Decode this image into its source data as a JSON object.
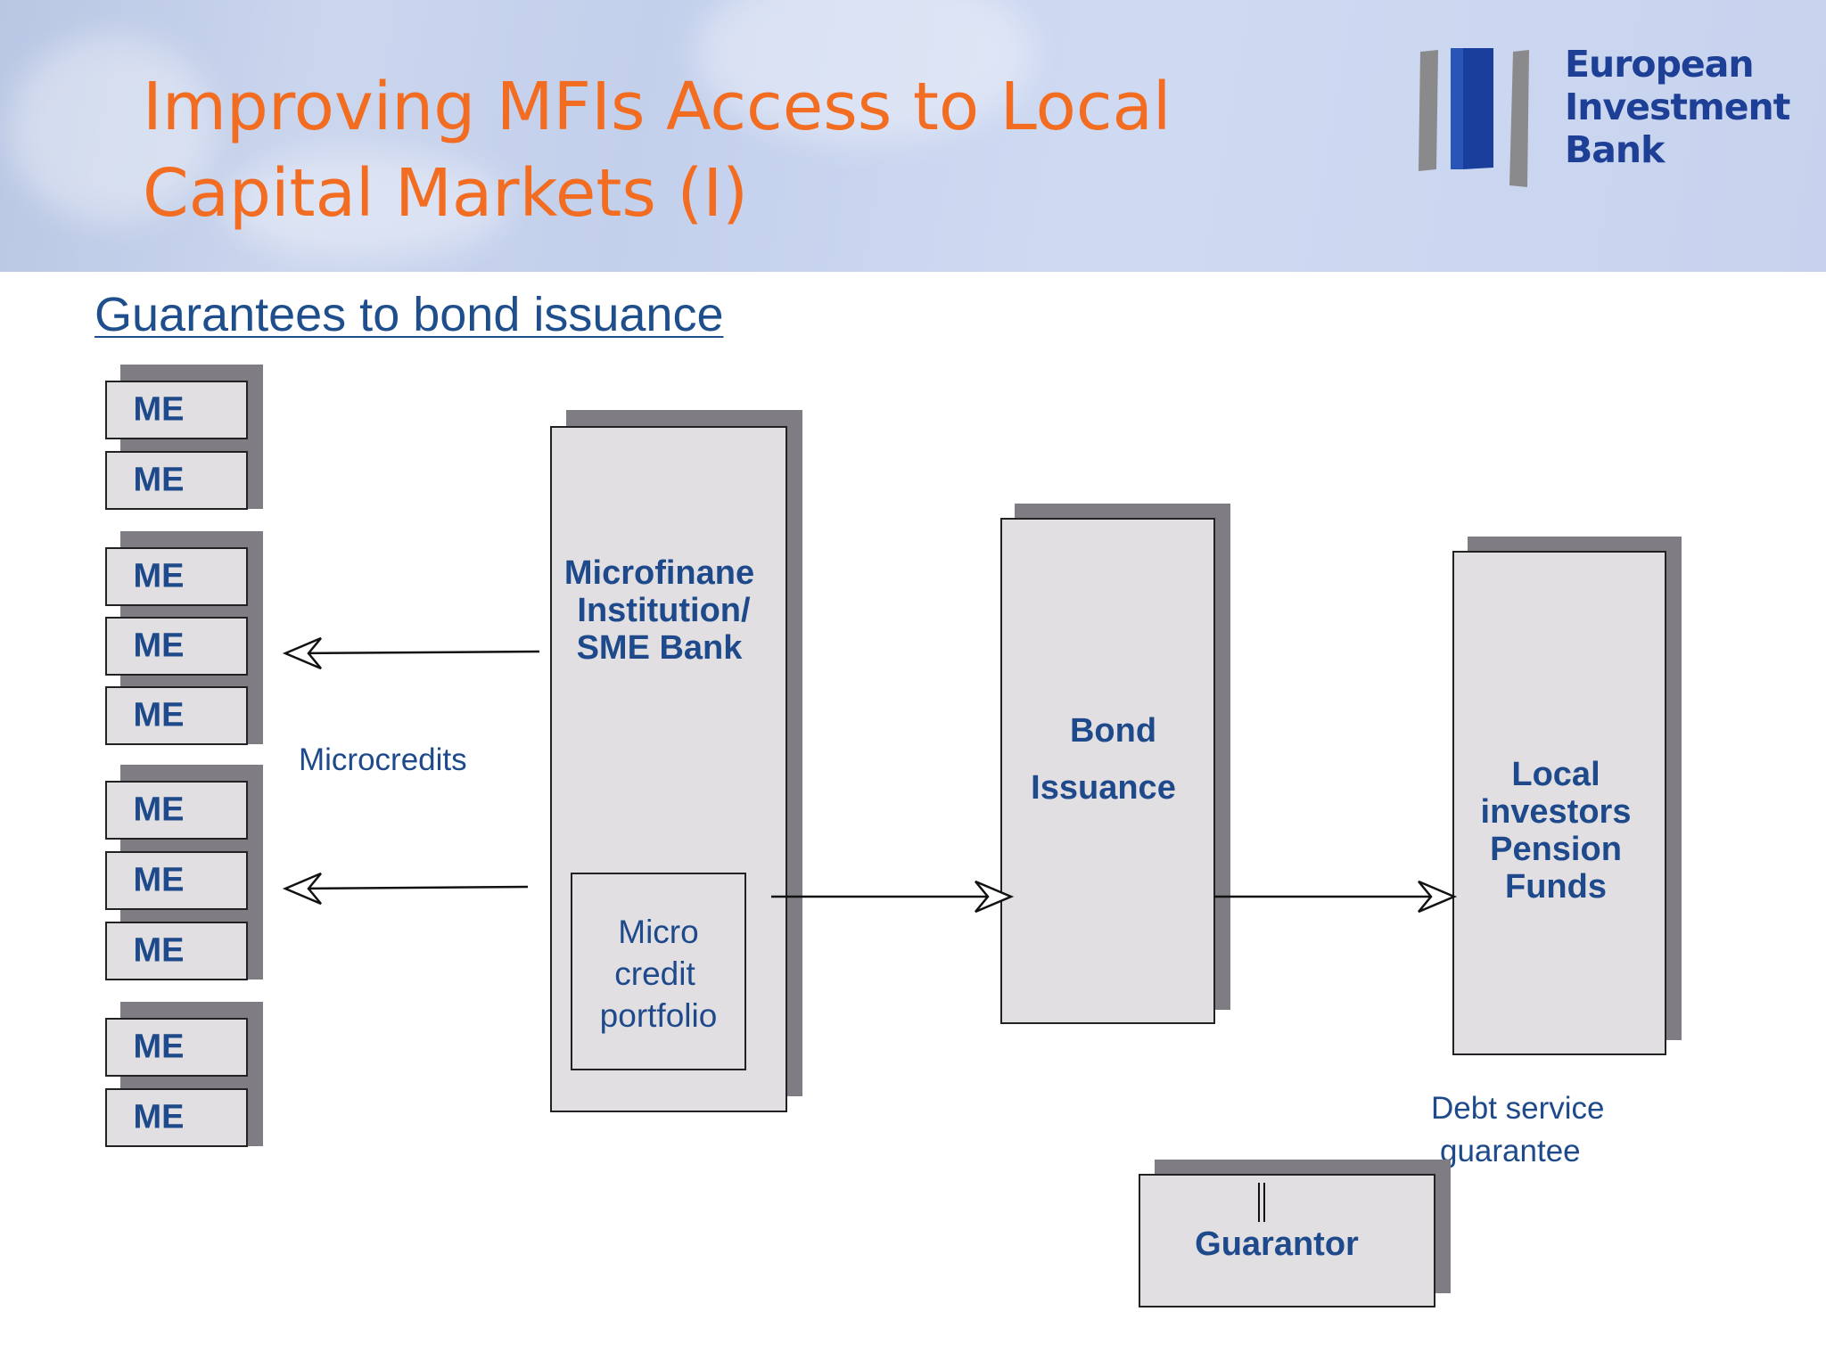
{
  "header": {
    "title_line1": "Improving MFIs Access to Local",
    "title_line2": "Capital Markets (I)",
    "logo_line1": "European",
    "logo_line2": "Investment",
    "logo_line3": "Bank"
  },
  "subtitle": "Guarantees to bond issuance",
  "diagram": {
    "me_boxes": [
      "ME",
      "ME",
      "ME",
      "ME",
      "ME",
      "ME",
      "ME",
      "ME",
      "ME",
      "ME"
    ],
    "mfi_label_line1": "Microfinane",
    "mfi_label_line2": "Institution/",
    "mfi_label_line3": "SME Bank",
    "portfolio_line1": "Micro",
    "portfolio_line2": "credit",
    "portfolio_line3": "portfolio",
    "microcredits_label": "Microcredits",
    "bond_line1": "Bond",
    "bond_line2": "Issuance",
    "investors_line1": "Local",
    "investors_line2": "investors",
    "investors_line3": "Pension",
    "investors_line4": "Funds",
    "debt_line1": "Debt service",
    "debt_line2": "guarantee",
    "guarantor_label": "Guarantor"
  },
  "colors": {
    "title": "#f26d21",
    "text_blue": "#1e4a8b",
    "box_fill": "#e1dfe2",
    "shadow": "#7f7d83",
    "header_bg": "#c7d3ee"
  }
}
